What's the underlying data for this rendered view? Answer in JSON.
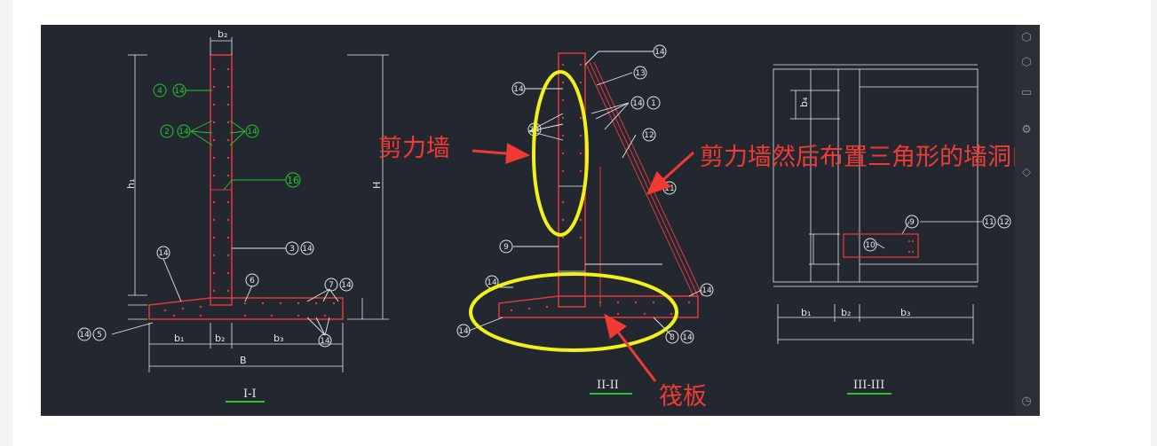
{
  "colors": {
    "background": "#232830",
    "structure": "#e0393a",
    "dimension": "#e6e6e6",
    "leader_green": "#29c529",
    "highlight_yellow": "#f2f21a",
    "annotation_red": "#f03a33"
  },
  "annotations": {
    "shear_wall": "剪力墙",
    "triangle_opening": "剪力墙然后布置三角形的墙洞口",
    "raft": "筏板"
  },
  "sections": {
    "s1": {
      "title": "I-I",
      "dims": {
        "b2": "b₂",
        "h1": "h₁",
        "H": "H",
        "b1": "b₁",
        "b2b": "b₂",
        "b3": "b₃",
        "B": "B"
      },
      "markers": [
        "4",
        "14",
        "2",
        "14",
        "14",
        "16",
        "3",
        "14",
        "14",
        "6",
        "7",
        "14",
        "14",
        "14",
        "5"
      ]
    },
    "s2": {
      "title": "II-II",
      "markers": [
        "14",
        "13",
        "14",
        "14",
        "1",
        "14",
        "12",
        "11",
        "9",
        "14",
        "14",
        "14",
        "8",
        "14"
      ]
    },
    "s3": {
      "title": "III-III",
      "dims": {
        "b4": "b₄",
        "b1": "b₁",
        "b2": "b₂",
        "b3": "b₃"
      },
      "markers": [
        "9",
        "11",
        "12",
        "10"
      ]
    }
  },
  "sidebar_icons": [
    "cube-icon",
    "cube-icon",
    "folder-icon",
    "gear-icon",
    "box-icon",
    "clock-icon"
  ]
}
